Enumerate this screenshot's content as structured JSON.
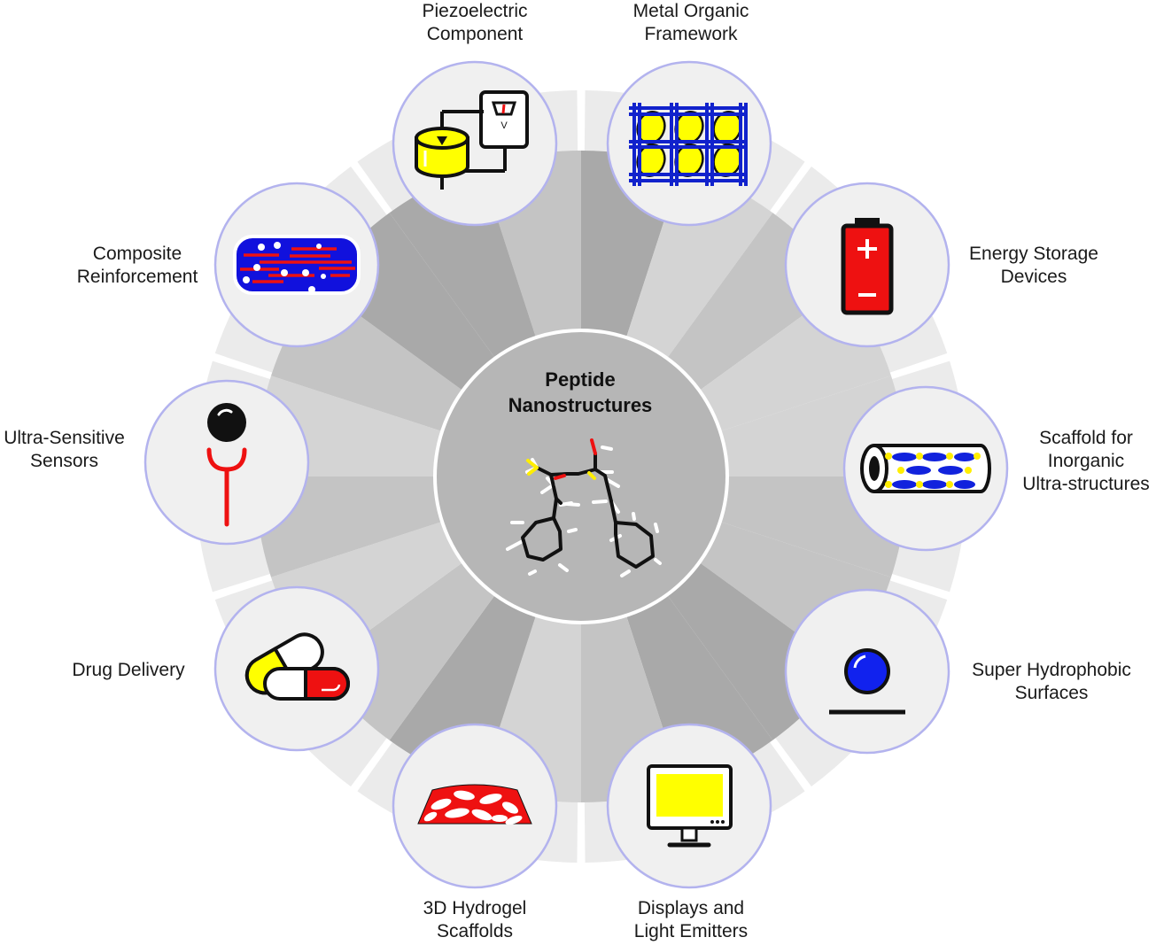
{
  "center": {
    "title_lines": [
      "Peptide",
      "Nanostructures"
    ]
  },
  "applications": [
    {
      "id": "piezoelectric",
      "label_lines": [
        "Piezoelectric",
        "Component"
      ],
      "icon": "piezo-voltmeter-icon"
    },
    {
      "id": "mof",
      "label_lines": [
        "Metal Organic",
        "Framework"
      ],
      "icon": "framework-lattice-icon"
    },
    {
      "id": "energy",
      "label_lines": [
        "Energy Storage",
        "Devices"
      ],
      "icon": "battery-icon"
    },
    {
      "id": "scaffold-inorganic",
      "label_lines": [
        "Scaffold for",
        "Inorganic",
        "Ultra-structures"
      ],
      "icon": "tube-scaffold-icon"
    },
    {
      "id": "hydrophobic",
      "label_lines": [
        "Super Hydrophobic",
        "Surfaces"
      ],
      "icon": "droplet-on-surface-icon"
    },
    {
      "id": "displays",
      "label_lines": [
        "Displays and",
        "Light Emitters"
      ],
      "icon": "monitor-icon"
    },
    {
      "id": "hydrogel",
      "label_lines": [
        "3D Hydrogel",
        "Scaffolds"
      ],
      "icon": "hydrogel-icon"
    },
    {
      "id": "drug",
      "label_lines": [
        "Drug Delivery"
      ],
      "icon": "capsules-icon"
    },
    {
      "id": "sensors",
      "label_lines": [
        "Ultra-Sensitive",
        "Sensors"
      ],
      "icon": "antibody-sensor-icon"
    },
    {
      "id": "composite",
      "label_lines": [
        "Composite",
        "Reinforcement"
      ],
      "icon": "fiber-composite-icon"
    }
  ],
  "colors": {
    "outer_ring": "#ebebeb",
    "sector_light": "#d4d4d4",
    "sector_mid": "#c4c4c4",
    "sector_dark": "#a9a9a9",
    "circle_fill": "#f0f0f0",
    "circle_stroke": "#b3b3ee",
    "center_fill": "#b6b6b6",
    "yellow": "#ffff00",
    "red": "#ee1111",
    "blue": "#1111dd"
  }
}
